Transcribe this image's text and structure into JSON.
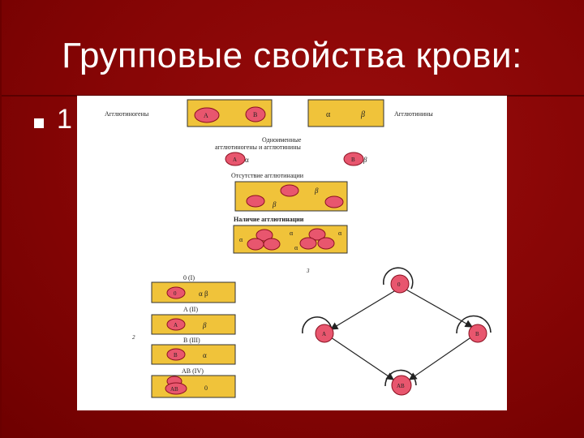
{
  "slide": {
    "title": "Групповые свойства крови:",
    "bullet_text": "1"
  },
  "figure": {
    "top": {
      "left_label": "Агглютиногены",
      "right_label": "Агглютинины",
      "agglutinogens": [
        "A",
        "B"
      ],
      "agglutinins": [
        "α",
        "β"
      ]
    },
    "same_name_title_1": "Одноименные",
    "same_name_title_2": "агглютиногены и агглютинины",
    "same_name_left": [
      "A",
      "α"
    ],
    "same_name_right": [
      "B",
      "β"
    ],
    "absence_title": "Отсутствие агглютинации",
    "presence_title": "Наличие агглютинации",
    "panel_label_2": "2",
    "panel_label_3": "3",
    "groups": [
      {
        "name": "0 (I)",
        "cell": "0",
        "agglutinins": "α β"
      },
      {
        "name": "A (II)",
        "cell": "A",
        "agglutinins": "β"
      },
      {
        "name": "B (III)",
        "cell": "B",
        "agglutinins": "α"
      },
      {
        "name": "AB (IV)",
        "cell": "AB",
        "agglutinins": "0"
      }
    ],
    "diagram_nodes": [
      "0",
      "A",
      "B",
      "AB"
    ]
  },
  "colors": {
    "background": "#800000",
    "box_fill": "#f0c33a",
    "cell_fill": "#e8566e",
    "cell_stroke": "#8a1020"
  }
}
